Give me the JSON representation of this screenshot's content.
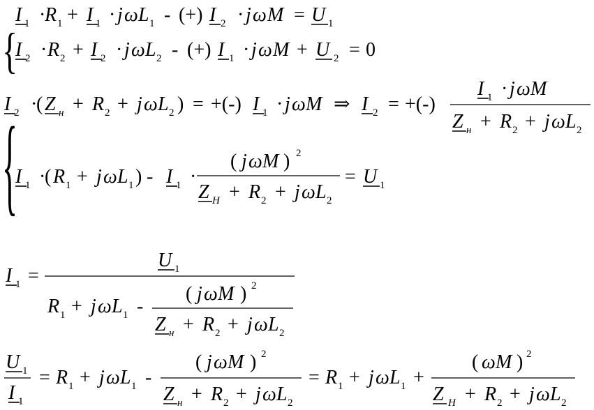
{
  "symbols": {
    "I": "I",
    "U": "U",
    "Z": "Z",
    "R": "R",
    "L": "L",
    "M": "M",
    "j": "j",
    "omega": "ω",
    "sub1": "1",
    "sub2": "2",
    "subn": "н",
    "subH": "H",
    "exp2": "2",
    "zero": "0",
    "dot": "·",
    "plus": "+",
    "minus": "-",
    "eq": "=",
    "plusminus": "(+)",
    "pmminus": "+(-)",
    "implies": "⇒",
    "lparen": "(",
    "rparen": ")",
    "lbrace": "{"
  }
}
